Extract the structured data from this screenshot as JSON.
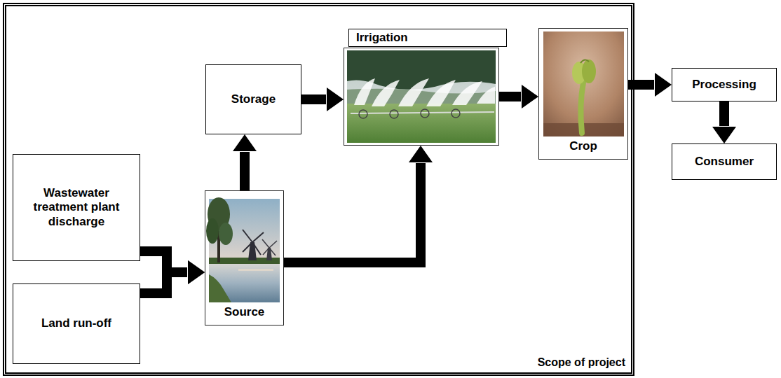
{
  "diagram": {
    "nodes": [
      {
        "text": [
          "Scope of project"
        ]
      },
      {
        "text": [
          "Wastewater treatment plant discharge"
        ],
        "in": 0
      },
      {
        "text": [
          "Land run-off"
        ],
        "in": 0
      },
      {
        "text": [
          "Storage"
        ],
        "in": 0
      },
      {
        "text": [
          "Source"
        ],
        "in": 0
      },
      {
        "text": [
          "Irrigation"
        ],
        "in": 0
      },
      {
        "text": [
          "Crop"
        ],
        "in": 0
      },
      {
        "text": [
          "Processing"
        ]
      },
      {
        "text": [
          "Consumer"
        ]
      }
    ],
    "edges": [
      {
        "from": 1,
        "to": 4,
        "arrow": "to"
      },
      {
        "from": 2,
        "to": 4,
        "arrow": "to"
      },
      {
        "from": 4,
        "to": 3,
        "arrow": "to"
      },
      {
        "from": 4,
        "to": 5,
        "arrow": "to"
      },
      {
        "from": 3,
        "to": 5,
        "arrow": "to"
      },
      {
        "from": 5,
        "to": 6,
        "arrow": "to"
      },
      {
        "from": 6,
        "to": 7,
        "arrow": "to"
      },
      {
        "from": 7,
        "to": 8,
        "arrow": "to"
      }
    ]
  }
}
